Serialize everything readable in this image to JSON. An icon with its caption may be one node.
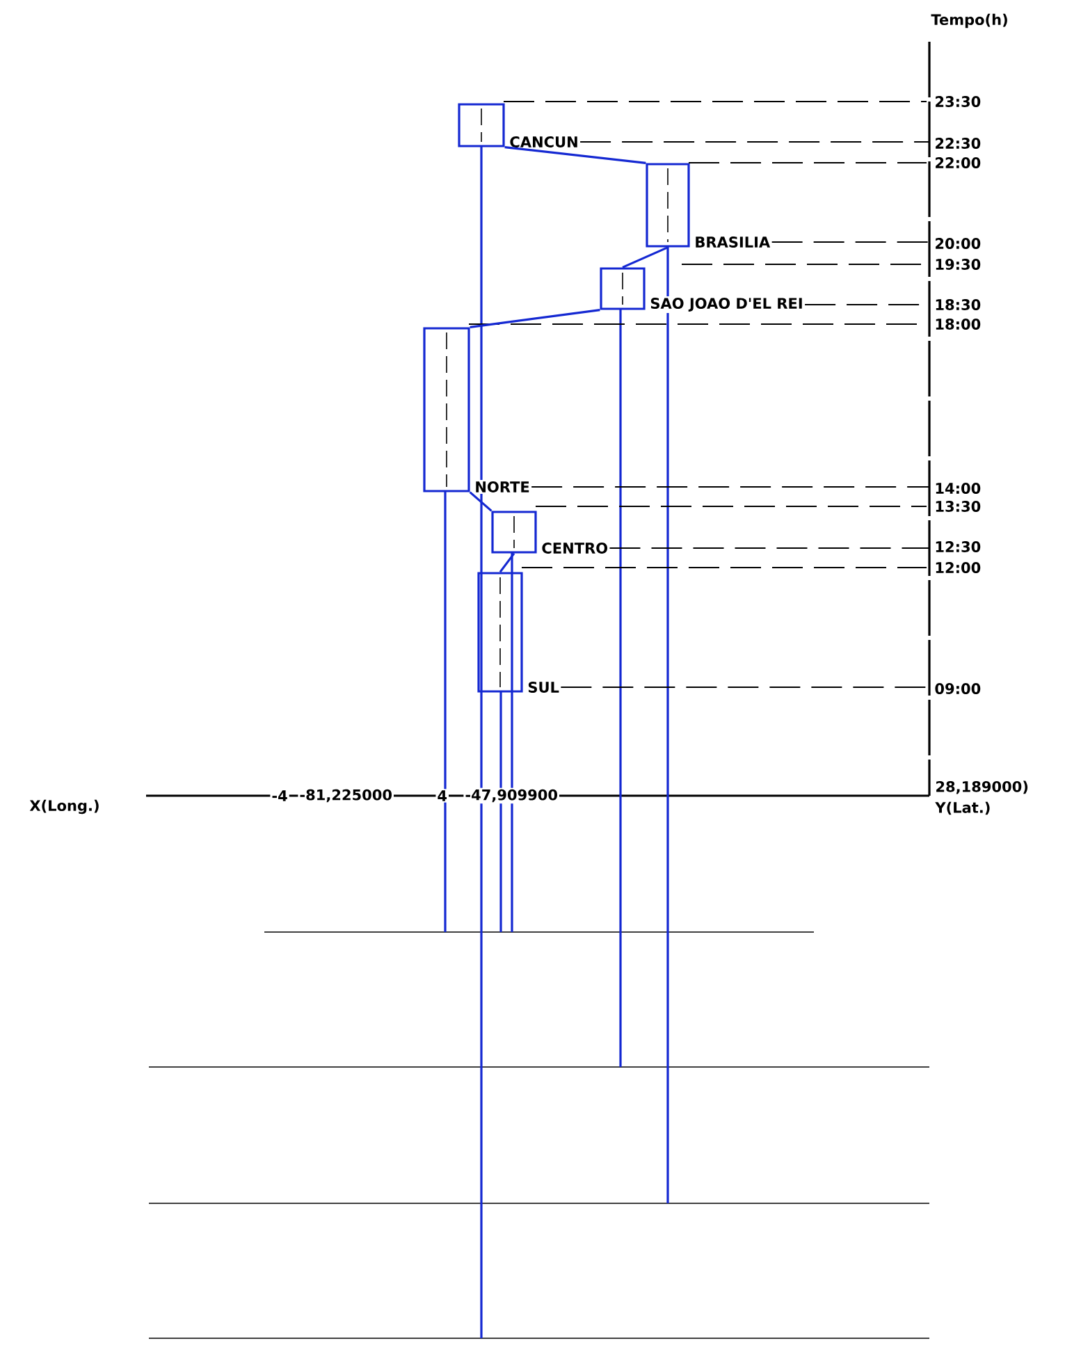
{
  "diagram": {
    "nodes": [
      {
        "text": [
          "CANCUN"
        ]
      },
      {
        "text": [
          "BRASILIA"
        ]
      },
      {
        "text": [
          "SAO JOAO D'EL REI"
        ]
      },
      {
        "text": [
          "NORTE"
        ]
      },
      {
        "text": [
          "CENTRO"
        ]
      },
      {
        "text": [
          "SUL"
        ]
      }
    ],
    "edges": [
      {
        "from": 5,
        "to": 4,
        "arrow": "none"
      },
      {
        "from": 4,
        "to": 3,
        "arrow": "none"
      },
      {
        "from": 3,
        "to": 2,
        "arrow": "none"
      },
      {
        "from": 2,
        "to": 1,
        "arrow": "none"
      },
      {
        "from": 1,
        "to": 0,
        "arrow": "none"
      }
    ],
    "labels": [
      "Tempo(h)",
      "23:30",
      "22:30",
      "22:00",
      "20:00",
      "19:30",
      "18:30",
      "18:00",
      "14:00",
      "13:30",
      "12:30",
      "12:00",
      "09:00",
      "X(Long.)",
      "-4",
      "-81,225000",
      "4",
      "-47,909900",
      "28,189000)",
      "Y(Lat.)"
    ]
  }
}
